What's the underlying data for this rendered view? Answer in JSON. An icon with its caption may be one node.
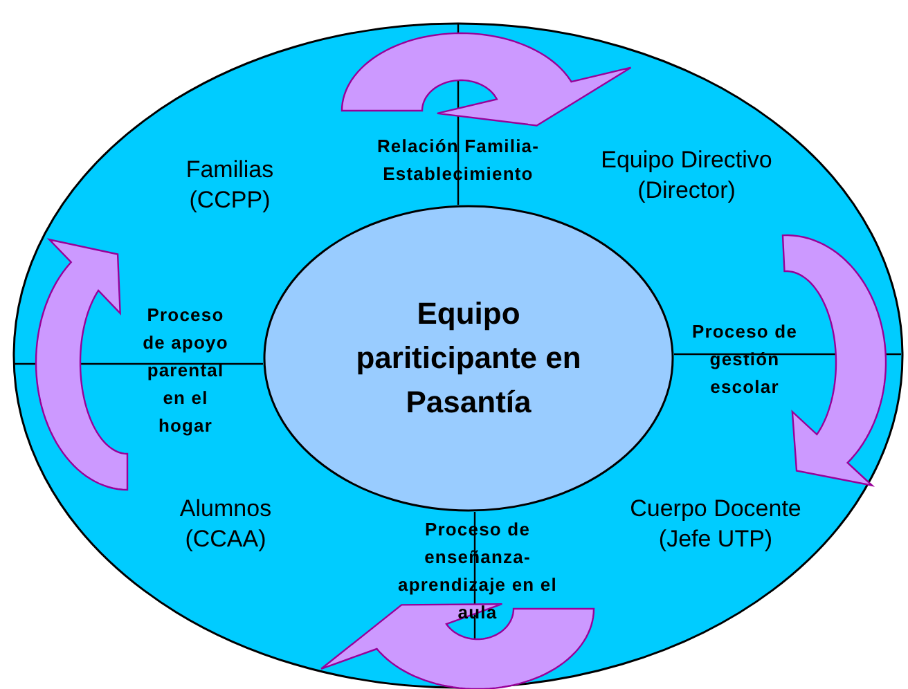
{
  "diagram": {
    "nodes": [
      {
        "text": [],
        "shape": "circle"
      },
      {
        "text": [
          "Equipo pariticipante en Pasantía"
        ],
        "in": 0
      }
    ],
    "edges": [],
    "labels": [
      "Relación Familia-Establecimiento",
      "Familias (CCPP)",
      "Equipo Directivo (Director)",
      "Proceso de apoyo parental en el hogar",
      "Proceso de gestión escolar",
      "Alumnos (CCAA)",
      "Cuerpo Docente (Jefe UTP)",
      "Proceso de enseñanza-aprendizaje en el aula"
    ]
  }
}
